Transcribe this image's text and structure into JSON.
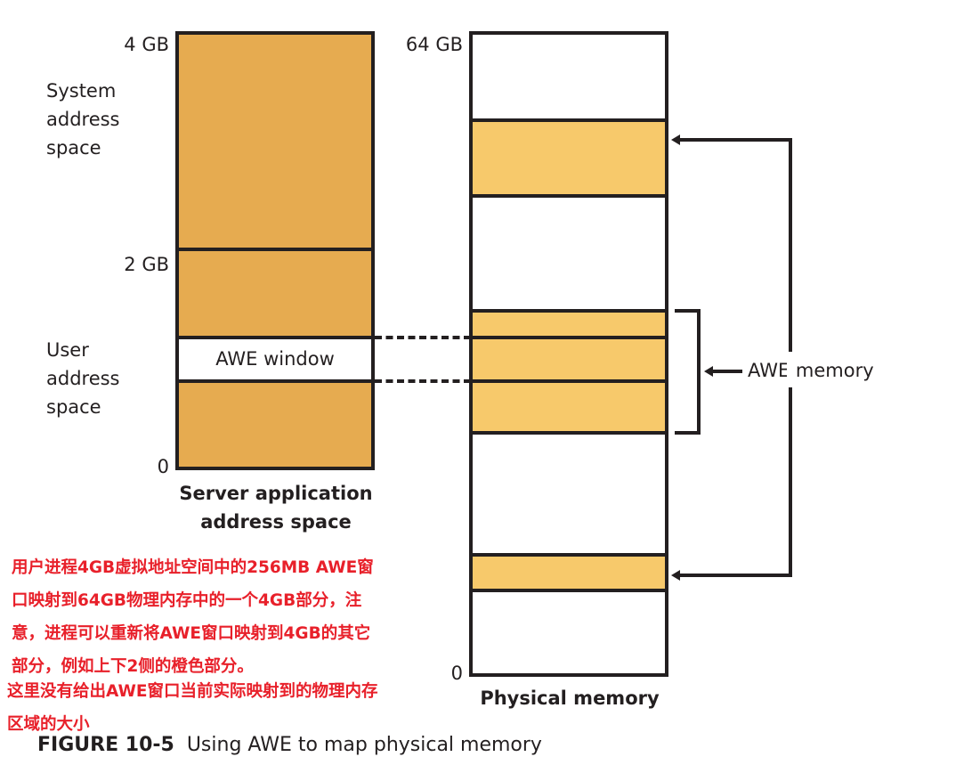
{
  "left_column": {
    "tick_top": "4 GB",
    "tick_mid": "2 GB",
    "tick_bottom": "0",
    "system_label": [
      "System",
      "address",
      "space"
    ],
    "user_label": [
      "User",
      "address",
      "space"
    ],
    "awe_window_label": "AWE window",
    "caption": [
      "Server application",
      "address space"
    ],
    "fill_color": "#e6ab50"
  },
  "right_column": {
    "tick_top": "64 GB",
    "tick_bottom": "0",
    "caption": "Physical memory",
    "awe_memory_label": "AWE memory",
    "fill_color": "#f7c96b"
  },
  "annotation": {
    "lines": [
      "用户进程4GB虚拟地址空间中的256MB  AWE窗",
      "口映射到64GB物理内存中的一个4GB部分，注",
      "意，进程可以重新将AWE窗口映射到4GB的其它",
      "部分，例如上下2侧的橙色部分。"
    ],
    "extra_lines": [
      "这里没有给出AWE窗口当前实际映射到的物理内存",
      "区域的大小"
    ],
    "color": "#e8202a"
  },
  "figure_caption": {
    "number": "FIGURE 10-5",
    "text": "Using AWE to map physical memory"
  }
}
